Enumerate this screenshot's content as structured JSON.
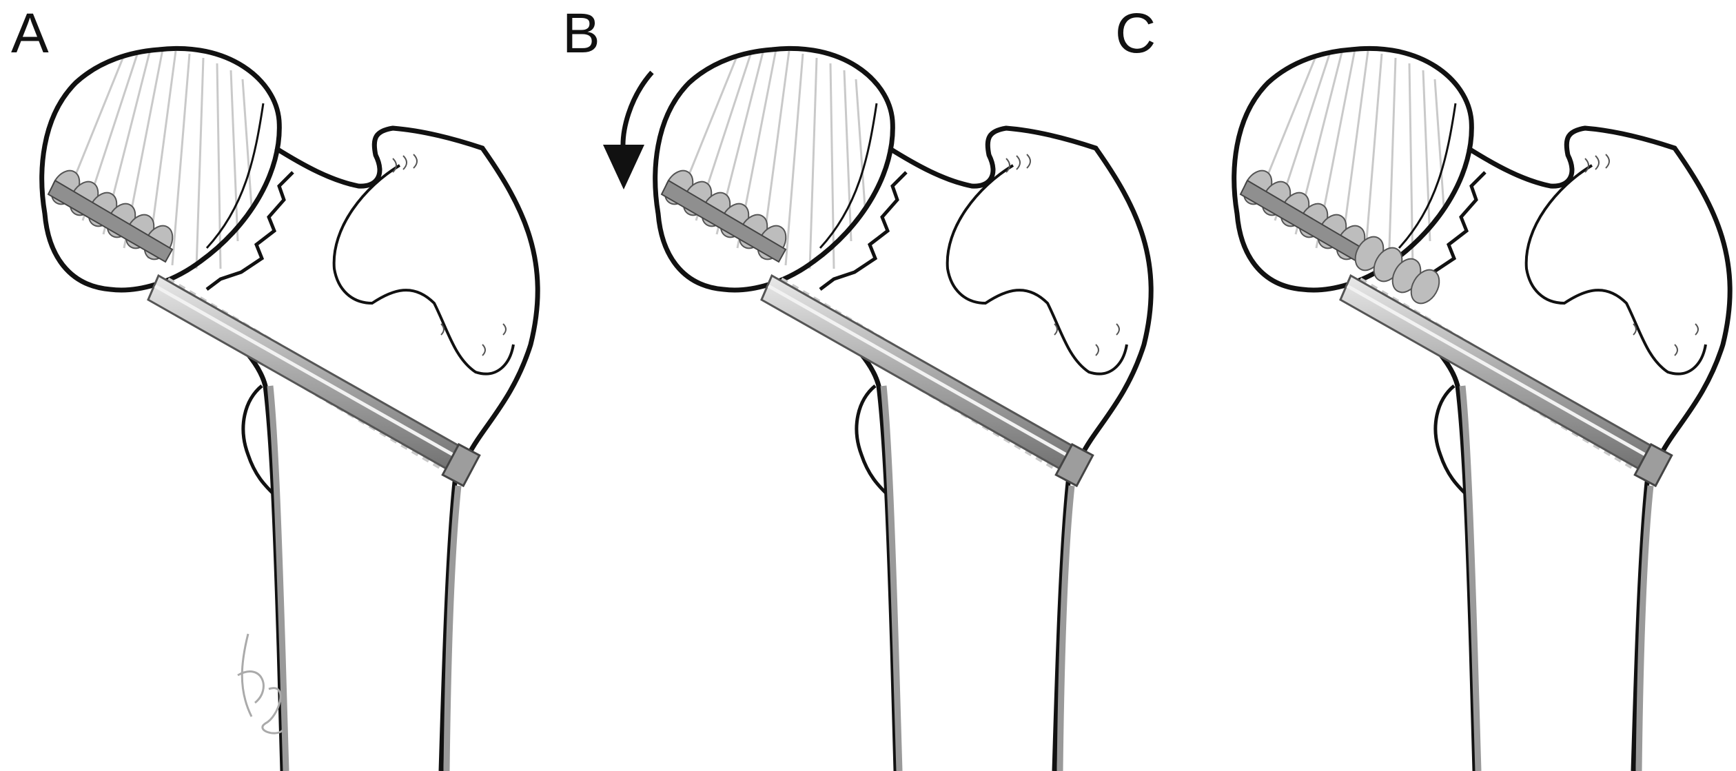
{
  "panels": [
    {
      "label": "A"
    },
    {
      "label": "B"
    },
    {
      "label": "C"
    }
  ],
  "colors": {
    "outline": "#111111",
    "cortex": "#9a9a9a",
    "trabecular": "#c9c9c9",
    "screw_fill": "#bdbdbd",
    "screw_dark": "#7a7a7a"
  },
  "icons": {
    "rotation_arrow": "curved-arrow-counterclockwise-icon",
    "signature": "artist-signature-icon"
  }
}
